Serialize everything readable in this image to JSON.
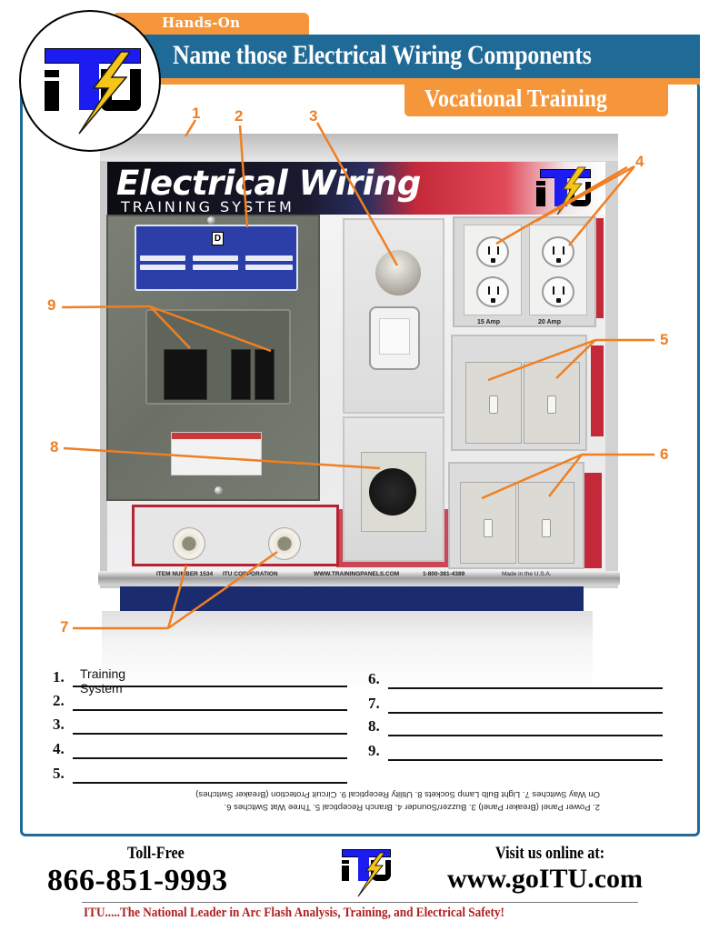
{
  "header": {
    "badge": "Hands-On",
    "title": "Name those Electrical Wiring Components",
    "subtitle": "Vocational Training",
    "logo_text": "iTU",
    "colors": {
      "blue": "#1f6a96",
      "orange": "#f6963a",
      "logo_blue": "#1c1cf0",
      "bolt": "#f5c518"
    }
  },
  "photo": {
    "banner_title": "Electrical Wiring",
    "banner_subtitle": "TRAINING SYSTEM",
    "breaker_label_letter": "D",
    "receptacle_labels": [
      "15 Amp",
      "20 Amp"
    ],
    "rail_text": [
      "ITEM NUMBER 1534",
      "ITU CORPORATION",
      "WWW.TRAININGPANELS.COM",
      "1-800-381-4389",
      "Made in the U.S.A."
    ],
    "callouts": [
      "1",
      "2",
      "3",
      "4",
      "5",
      "6",
      "7",
      "8",
      "9"
    ],
    "callout_color": "#f07f22"
  },
  "worksheet": {
    "items": [
      {
        "num": "1.",
        "value": "Training System"
      },
      {
        "num": "2.",
        "value": ""
      },
      {
        "num": "3.",
        "value": ""
      },
      {
        "num": "4.",
        "value": ""
      },
      {
        "num": "5.",
        "value": ""
      },
      {
        "num": "6.",
        "value": ""
      },
      {
        "num": "7.",
        "value": ""
      },
      {
        "num": "8.",
        "value": ""
      },
      {
        "num": "9.",
        "value": ""
      }
    ],
    "answer_key_line1": "2. Power Panel (Breaker Panel) 3. Buzzer/Sounder 4. Branch Receptical 5. Three Wat Switches 6.",
    "answer_key_line2": "On Way Switches 7. Light Bulb Lamp Sockets 8. Utility Receptical 9. Circuit Protection (Breaker Switches)"
  },
  "footer": {
    "toll_free_label": "Toll-Free",
    "phone": "866-851-9993",
    "visit_label": "Visit us online at:",
    "website": "www.goITU.com",
    "tagline": "ITU.....The National Leader in Arc Flash Analysis, Training, and Electrical Safety!",
    "tagline_color": "#b21e1e"
  }
}
